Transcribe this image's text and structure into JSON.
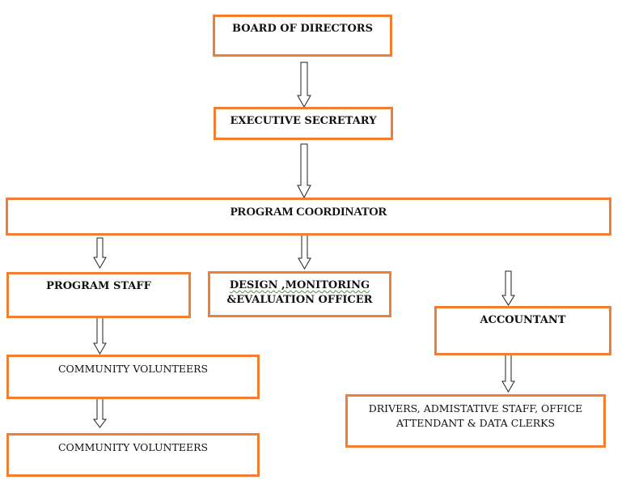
{
  "diagram": {
    "type": "organizational-chart",
    "accent_color": "#f07f35",
    "nodes": {
      "board": {
        "label": "BOARD OF DIRECTORS"
      },
      "executive": {
        "label": "EXECUTIVE SECRETARY"
      },
      "coordinator": {
        "label": "PROGRAM COORDINATOR"
      },
      "program_staff": {
        "label": "PROGRAM STAFF"
      },
      "dme_officer": {
        "line1": "DESIGN ,MONITORING",
        "line2": "&EVALUATION OFFICER"
      },
      "accountant": {
        "label": "ACCOUNTANT"
      },
      "volunteers_1": {
        "label": "COMMUNITY VOLUNTEERS"
      },
      "volunteers_2": {
        "label": "COMMUNITY VOLUNTEERS"
      },
      "support_staff": {
        "line1": "DRIVERS, ADMISTATIVE STAFF, OFFICE",
        "line2": "ATTENDANT & DATA CLERKS"
      }
    },
    "edges": [
      {
        "from": "BOARD OF DIRECTORS",
        "to": "EXECUTIVE SECRETARY"
      },
      {
        "from": "EXECUTIVE SECRETARY",
        "to": "PROGRAM COORDINATOR"
      },
      {
        "from": "PROGRAM COORDINATOR",
        "to": "PROGRAM STAFF"
      },
      {
        "from": "PROGRAM COORDINATOR",
        "to": "DESIGN ,MONITORING &EVALUATION OFFICER"
      },
      {
        "from": "PROGRAM COORDINATOR",
        "to": "ACCOUNTANT"
      },
      {
        "from": "PROGRAM STAFF",
        "to": "COMMUNITY VOLUNTEERS"
      },
      {
        "from": "COMMUNITY VOLUNTEERS",
        "to": "COMMUNITY VOLUNTEERS"
      },
      {
        "from": "ACCOUNTANT",
        "to": "DRIVERS, ADMISTATIVE STAFF, OFFICE ATTENDANT & DATA CLERKS"
      }
    ]
  }
}
